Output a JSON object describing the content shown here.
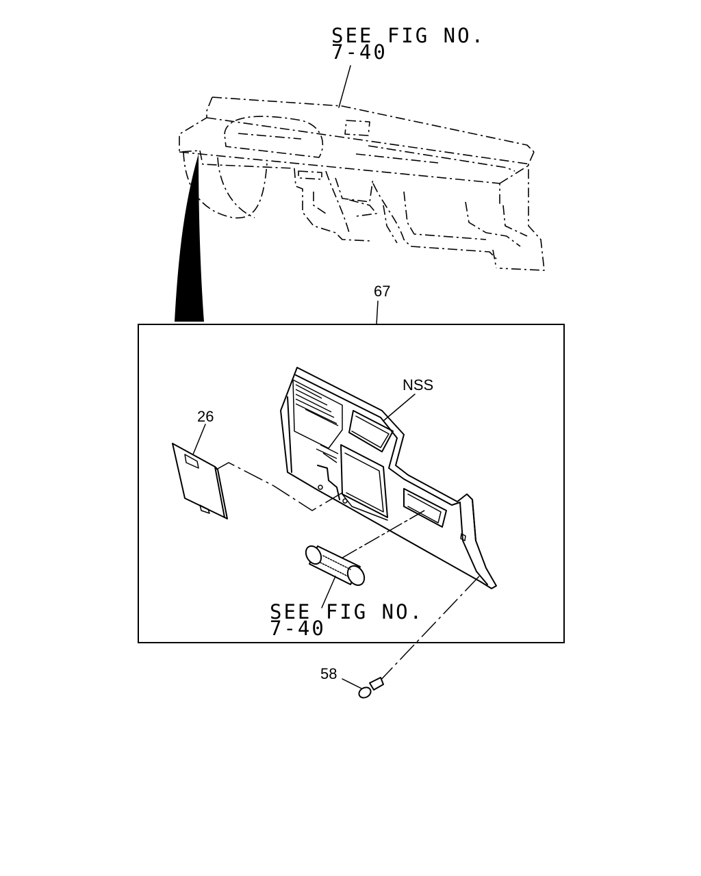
{
  "diagram": {
    "labels": {
      "top_ref_line1": "SEE FIG NO.",
      "top_ref_line2": "7-40",
      "bottom_ref_line1": "SEE FIG NO.",
      "bottom_ref_line2": "7-40",
      "part_67": "67",
      "part_nss": "NSS",
      "part_26": "26",
      "part_58": "58"
    }
  }
}
